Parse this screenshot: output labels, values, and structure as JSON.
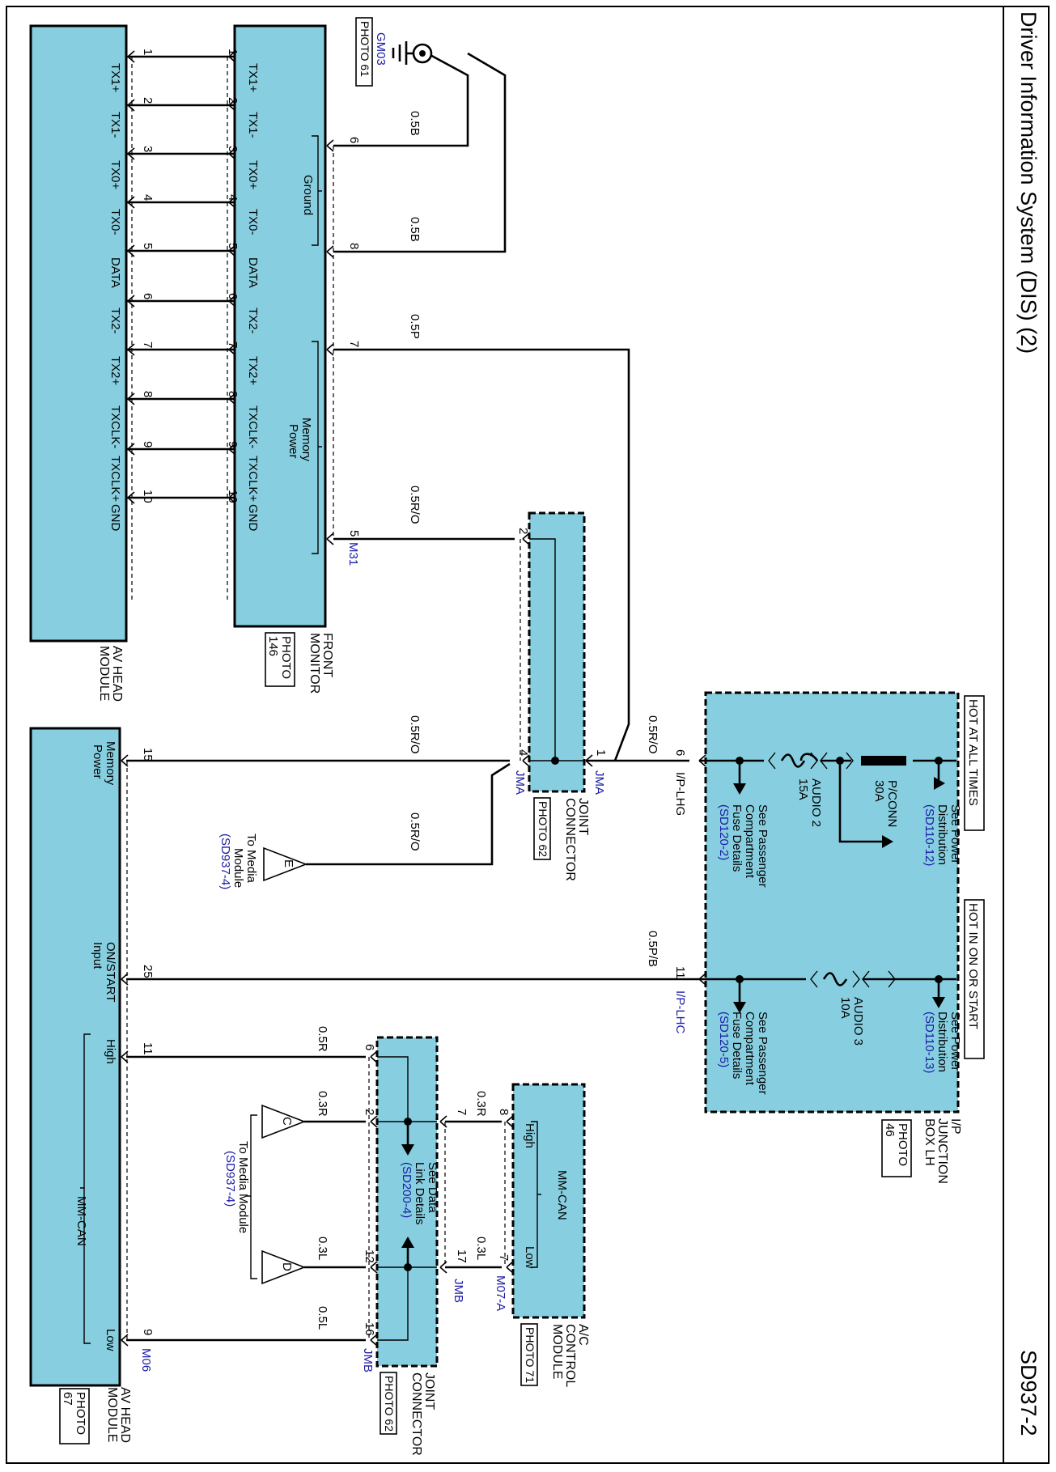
{
  "title": "Driver Information System (DIS) (2)",
  "page_code": "SD937-2",
  "ground": {
    "id": "GM03",
    "photo": "PHOTO 61"
  },
  "front_monitor": {
    "name_l1": "FRONT",
    "name_l2": "MONITOR",
    "photo_l1": "PHOTO",
    "photo_l2": "146",
    "connector": "M31",
    "group_ground": "Ground",
    "group_memory_l1": "Memory",
    "group_memory_l2": "Power"
  },
  "av_head_module_top": {
    "name_l1": "AV HEAD",
    "name_l2": "MODULE"
  },
  "av_pins": [
    {
      "num": "1",
      "label": "TX1+"
    },
    {
      "num": "2",
      "label": "TX1-"
    },
    {
      "num": "3",
      "label": "TX0+"
    },
    {
      "num": "4",
      "label": "TX0-"
    },
    {
      "num": "5",
      "label": "DATA"
    },
    {
      "num": "6",
      "label": "TX2-"
    },
    {
      "num": "7",
      "label": "TX2+"
    },
    {
      "num": "8",
      "label": "TXCLK-"
    },
    {
      "num": "9",
      "label": "TXCLK+"
    },
    {
      "num": "10",
      "label": "GND"
    }
  ],
  "monitor_right_pins": [
    {
      "num": "6",
      "wire": "0.5B"
    },
    {
      "num": "8",
      "wire": "0.5B"
    },
    {
      "num": "7",
      "wire": "0.5P"
    },
    {
      "num": "5",
      "wire": "0.5R/O"
    }
  ],
  "joint_connector_top": {
    "name_l1": "JOINT",
    "name_l2": "CONNECTOR",
    "photo": "PHOTO 62",
    "conn_left": "JMA",
    "conn_right": "JMA",
    "pins": [
      "2",
      "4",
      "1"
    ]
  },
  "wires": {
    "r_o_main": "0.5R/O",
    "r_o_av": "0.5R/O",
    "r_o_media": "0.5R/O",
    "p_b": "0.5P/B",
    "high_r": "0.5R",
    "c_r": "0.3R",
    "ac_r": "0.3R",
    "d_l": "0.3L",
    "ac_l": "0.3L",
    "low_l": "0.5L"
  },
  "junction_box": {
    "name_l1": "I/P",
    "name_l2": "JUNCTION",
    "name_l3": "BOX LH",
    "photo_l1": "PHOTO",
    "photo_l2": "46",
    "hot_at_all_times": "HOT AT ALL TIMES",
    "hot_in_on_or_start": "HOT IN ON OR START",
    "see_power_l1": "See Power",
    "see_power_l2": "Distribution",
    "ref_power_1": "(SD110-12)",
    "ref_power_2": "(SD110-13)",
    "pconn_l1": "P/CONN",
    "pconn_l2": "30A",
    "audio2_l1": "AUDIO 2",
    "audio2_l2": "15A",
    "audio3_l1": "AUDIO 3",
    "audio3_l2": "10A",
    "see_pass_l1": "See Passenger",
    "see_pass_l2": "Compartment",
    "see_pass_l3": "Fuse Details",
    "ref_pass_1": "(SD120-2)",
    "ref_pass_2": "(SD120-5)",
    "pin6": "6",
    "pin11": "11",
    "conn_g": "I/P-LHG",
    "conn_c": "I/P-LHC"
  },
  "av_head_module_bottom": {
    "name_l1": "AV HEAD",
    "name_l2": "MODULE",
    "photo_l1": "PHOTO",
    "photo_l2": "67",
    "connector": "M06",
    "memory_l1": "Memory",
    "memory_l2": "Power",
    "on_start_l1": "ON/START",
    "on_start_l2": "Input",
    "high": "High",
    "mmcan": "MM-CAN",
    "low": "Low",
    "pins": [
      "15",
      "25",
      "11",
      "9"
    ]
  },
  "media_module": {
    "to_l1": "To Media",
    "to_l2": "Module",
    "ref": "(SD937-4)",
    "e": "E",
    "c": "C",
    "d": "D",
    "to_cd_l1": "To Media Module",
    "ref_cd": "(SD937-4)"
  },
  "joint_connector_bottom": {
    "name_l1": "JOINT",
    "name_l2": "CONNECTOR",
    "photo": "PHOTO 62",
    "conn": "JMB",
    "conn2": "JMB",
    "see_l1": "See Data",
    "see_l2": "Link Details",
    "ref": "(SD200-4)",
    "pins": [
      "6",
      "2",
      "12",
      "16",
      "7",
      "17"
    ]
  },
  "ac_control": {
    "name_l1": "A/C",
    "name_l2": "CONTROL",
    "name_l3": "MODULE",
    "photo": "PHOTO 71",
    "connector": "M07-A",
    "high": "High",
    "mmcan": "MM-CAN",
    "low": "Low",
    "pins": [
      "8",
      "7"
    ]
  }
}
